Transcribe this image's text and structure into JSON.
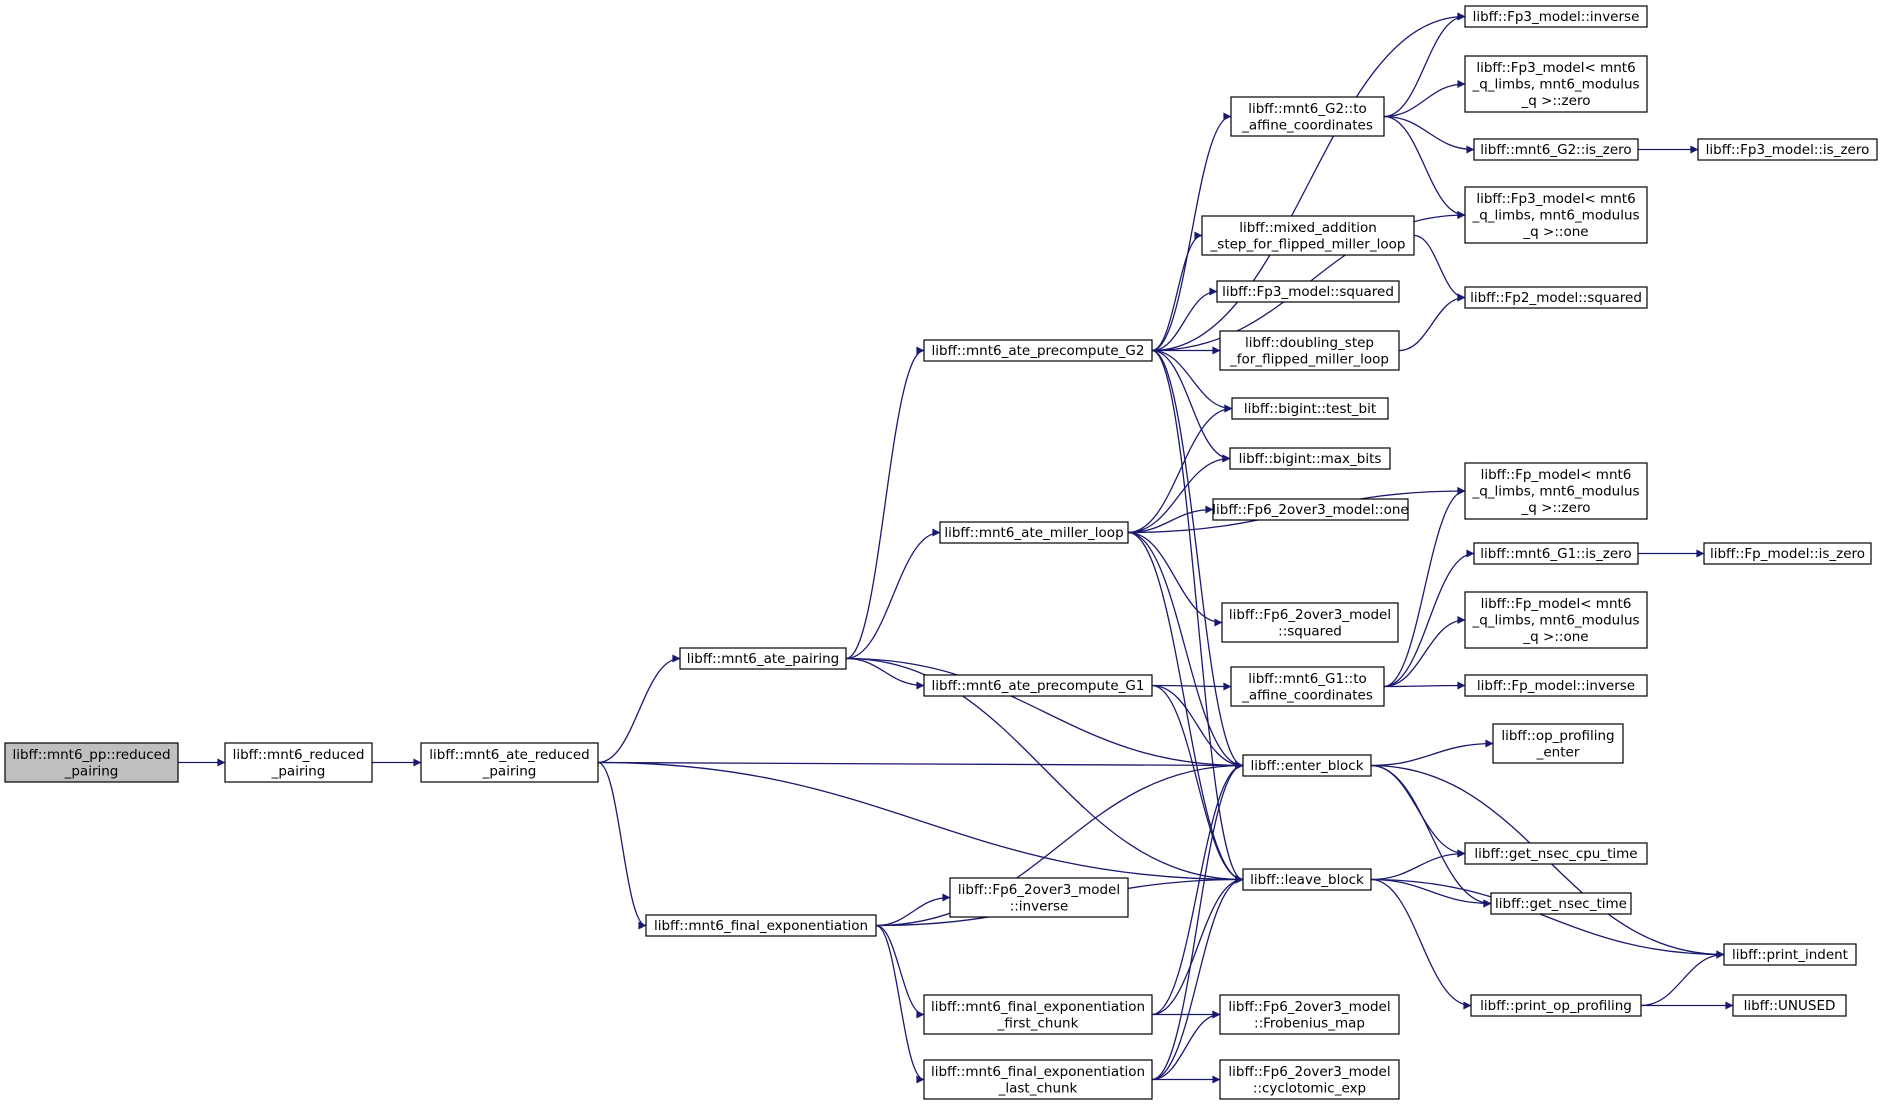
{
  "diagram": {
    "nodes": [
      {
        "id": "root",
        "lines": [
          "libff::mnt6_pp::reduced",
          "_pairing"
        ],
        "highlight": true
      },
      {
        "id": "rp",
        "lines": [
          "libff::mnt6_reduced",
          "_pairing"
        ]
      },
      {
        "id": "arp",
        "lines": [
          "libff::mnt6_ate_reduced",
          "_pairing"
        ]
      },
      {
        "id": "ap",
        "lines": [
          "libff::mnt6_ate_pairing"
        ]
      },
      {
        "id": "fe",
        "lines": [
          "libff::mnt6_final_exponentiation"
        ]
      },
      {
        "id": "pg2",
        "lines": [
          "libff::mnt6_ate_precompute_G2"
        ]
      },
      {
        "id": "ml",
        "lines": [
          "libff::mnt6_ate_miller_loop"
        ]
      },
      {
        "id": "pg1",
        "lines": [
          "libff::mnt6_ate_precompute_G1"
        ]
      },
      {
        "id": "fe6inv",
        "lines": [
          "libff::Fp6_2over3_model",
          "::inverse"
        ]
      },
      {
        "id": "fefc",
        "lines": [
          "libff::mnt6_final_exponentiation",
          "_first_chunk"
        ]
      },
      {
        "id": "felc",
        "lines": [
          "libff::mnt6_final_exponentiation",
          "_last_chunk"
        ]
      },
      {
        "id": "g2aff",
        "lines": [
          "libff::mnt6_G2::to",
          "_affine_coordinates"
        ]
      },
      {
        "id": "madd",
        "lines": [
          "libff::mixed_addition",
          "_step_for_flipped_miller_loop"
        ]
      },
      {
        "id": "fp3sq",
        "lines": [
          "libff::Fp3_model::squared"
        ]
      },
      {
        "id": "dbl",
        "lines": [
          "libff::doubling_step",
          "_for_flipped_miller_loop"
        ]
      },
      {
        "id": "tbit",
        "lines": [
          "libff::bigint::test_bit"
        ]
      },
      {
        "id": "mbits",
        "lines": [
          "libff::bigint::max_bits"
        ]
      },
      {
        "id": "fp6one",
        "lines": [
          "libff::Fp6_2over3_model::one"
        ]
      },
      {
        "id": "fp6sq",
        "lines": [
          "libff::Fp6_2over3_model",
          "::squared"
        ]
      },
      {
        "id": "g1aff",
        "lines": [
          "libff::mnt6_G1::to",
          "_affine_coordinates"
        ]
      },
      {
        "id": "enter",
        "lines": [
          "libff::enter_block"
        ]
      },
      {
        "id": "leave",
        "lines": [
          "libff::leave_block"
        ]
      },
      {
        "id": "frob",
        "lines": [
          "libff::Fp6_2over3_model",
          "::Frobenius_map"
        ]
      },
      {
        "id": "cyc",
        "lines": [
          "libff::Fp6_2over3_model",
          "::cyclotomic_exp"
        ]
      },
      {
        "id": "fp3inv",
        "lines": [
          "libff::Fp3_model::inverse"
        ]
      },
      {
        "id": "fp3zero",
        "lines": [
          "libff::Fp3_model< mnt6",
          "_q_limbs, mnt6_modulus",
          "_q >::zero"
        ]
      },
      {
        "id": "g2isz",
        "lines": [
          "libff::mnt6_G2::is_zero"
        ]
      },
      {
        "id": "fp3one",
        "lines": [
          "libff::Fp3_model< mnt6",
          "_q_limbs, mnt6_modulus",
          "_q >::one"
        ]
      },
      {
        "id": "fp2sq",
        "lines": [
          "libff::Fp2_model::squared"
        ]
      },
      {
        "id": "fpzero",
        "lines": [
          "libff::Fp_model< mnt6",
          "_q_limbs, mnt6_modulus",
          "_q >::zero"
        ]
      },
      {
        "id": "g1isz",
        "lines": [
          "libff::mnt6_G1::is_zero"
        ]
      },
      {
        "id": "fpone",
        "lines": [
          "libff::Fp_model< mnt6",
          "_q_limbs, mnt6_modulus",
          "_q >::one"
        ]
      },
      {
        "id": "fpinv",
        "lines": [
          "libff::Fp_model::inverse"
        ]
      },
      {
        "id": "ope",
        "lines": [
          "libff::op_profiling",
          "_enter"
        ]
      },
      {
        "id": "cpu",
        "lines": [
          "libff::get_nsec_cpu_time"
        ]
      },
      {
        "id": "nsec",
        "lines": [
          "libff::get_nsec_time"
        ]
      },
      {
        "id": "pop",
        "lines": [
          "libff::print_op_profiling"
        ]
      },
      {
        "id": "fp3isz",
        "lines": [
          "libff::Fp3_model::is_zero"
        ]
      },
      {
        "id": "fpisz",
        "lines": [
          "libff::Fp_model::is_zero"
        ]
      },
      {
        "id": "indent",
        "lines": [
          "libff::print_indent"
        ]
      },
      {
        "id": "unused",
        "lines": [
          "libff::UNUSED"
        ]
      }
    ],
    "edges": [
      [
        "root",
        "rp"
      ],
      [
        "rp",
        "arp"
      ],
      [
        "arp",
        "ap"
      ],
      [
        "arp",
        "fe"
      ],
      [
        "arp",
        "enter"
      ],
      [
        "arp",
        "leave"
      ],
      [
        "ap",
        "pg2"
      ],
      [
        "ap",
        "ml"
      ],
      [
        "ap",
        "pg1"
      ],
      [
        "ap",
        "enter"
      ],
      [
        "ap",
        "leave"
      ],
      [
        "fe",
        "fe6inv"
      ],
      [
        "fe",
        "fefc"
      ],
      [
        "fe",
        "felc"
      ],
      [
        "fe",
        "enter"
      ],
      [
        "fe",
        "leave"
      ],
      [
        "pg2",
        "fp3inv"
      ],
      [
        "pg2",
        "g2aff"
      ],
      [
        "pg2",
        "fp3one"
      ],
      [
        "pg2",
        "madd"
      ],
      [
        "pg2",
        "fp3sq"
      ],
      [
        "pg2",
        "dbl"
      ],
      [
        "pg2",
        "tbit"
      ],
      [
        "pg2",
        "mbits"
      ],
      [
        "pg2",
        "enter"
      ],
      [
        "pg2",
        "leave"
      ],
      [
        "ml",
        "tbit"
      ],
      [
        "ml",
        "mbits"
      ],
      [
        "ml",
        "fp6one"
      ],
      [
        "ml",
        "fpzero"
      ],
      [
        "ml",
        "fp6sq"
      ],
      [
        "ml",
        "enter"
      ],
      [
        "ml",
        "leave"
      ],
      [
        "pg1",
        "g1aff"
      ],
      [
        "pg1",
        "enter"
      ],
      [
        "pg1",
        "leave"
      ],
      [
        "fefc",
        "frob"
      ],
      [
        "fefc",
        "enter"
      ],
      [
        "fefc",
        "leave"
      ],
      [
        "felc",
        "frob"
      ],
      [
        "felc",
        "cyc"
      ],
      [
        "felc",
        "enter"
      ],
      [
        "felc",
        "leave"
      ],
      [
        "g2aff",
        "fp3inv"
      ],
      [
        "g2aff",
        "fp3zero"
      ],
      [
        "g2aff",
        "g2isz"
      ],
      [
        "g2aff",
        "fp3one"
      ],
      [
        "g2isz",
        "fp3isz"
      ],
      [
        "madd",
        "fp2sq"
      ],
      [
        "dbl",
        "fp2sq"
      ],
      [
        "g1aff",
        "fpzero"
      ],
      [
        "g1aff",
        "g1isz"
      ],
      [
        "g1aff",
        "fpone"
      ],
      [
        "g1aff",
        "fpinv"
      ],
      [
        "g1isz",
        "fpisz"
      ],
      [
        "enter",
        "ope"
      ],
      [
        "enter",
        "cpu"
      ],
      [
        "enter",
        "nsec"
      ],
      [
        "enter",
        "indent"
      ],
      [
        "leave",
        "cpu"
      ],
      [
        "leave",
        "nsec"
      ],
      [
        "leave",
        "indent"
      ],
      [
        "leave",
        "pop"
      ],
      [
        "pop",
        "indent"
      ],
      [
        "pop",
        "unused"
      ]
    ]
  }
}
